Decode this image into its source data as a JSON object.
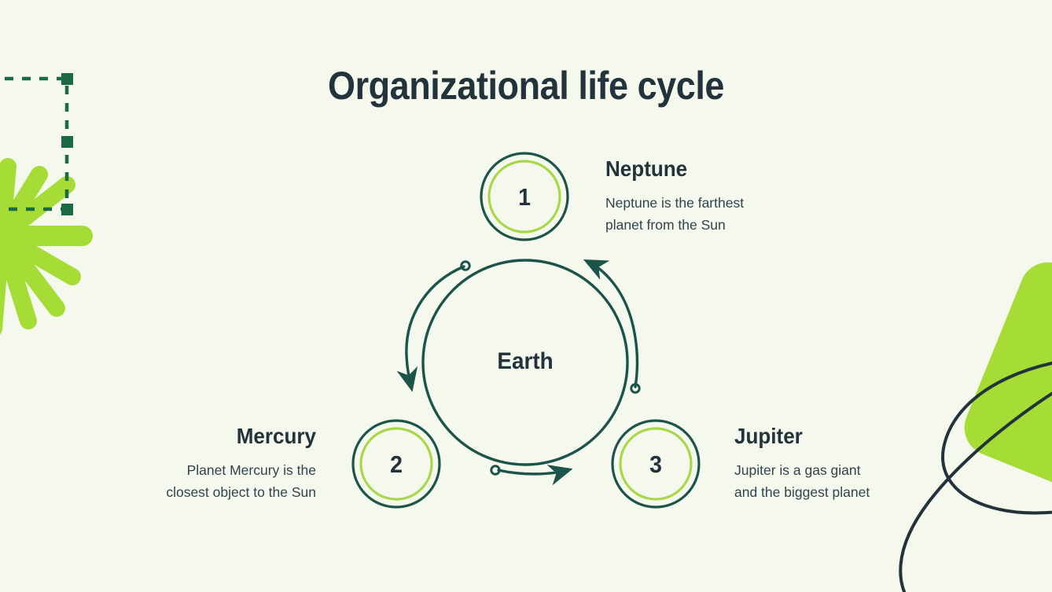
{
  "slide": {
    "title": "Organizational life cycle",
    "background_color": "#f5f8ed"
  },
  "colors": {
    "dark_teal": "#1d5449",
    "dark_slate": "#22333b",
    "light_green": "#a8d84a",
    "bright_green": "#a5dd36",
    "body_text": "#31444b"
  },
  "cycle": {
    "center_label": "Earth",
    "nodes": [
      {
        "number": "1",
        "title": "Neptune",
        "description": "Neptune is the farthest\nplanet from the Sun",
        "position": "top"
      },
      {
        "number": "2",
        "title": "Mercury",
        "description": "Planet Mercury is the\nclosest object to the Sun",
        "position": "bottom-left"
      },
      {
        "number": "3",
        "title": "Jupiter",
        "description": "Jupiter is a gas giant\nand the biggest planet",
        "position": "bottom-right"
      }
    ],
    "arrows": [
      {
        "name": "arrow-left",
        "from": "top",
        "to": "bottom-left"
      },
      {
        "name": "arrow-bottom",
        "from": "bottom-left",
        "to": "bottom-right"
      },
      {
        "name": "arrow-right",
        "from": "bottom-right",
        "to": "top"
      }
    ]
  },
  "decorations": [
    {
      "name": "starburst-shape",
      "color": "#a5dd36"
    },
    {
      "name": "dashed-selection-frame",
      "color": "#1d6b45"
    },
    {
      "name": "rounded-square-shape",
      "color": "#a5dd36"
    },
    {
      "name": "swirl-line",
      "color": "#22333b"
    }
  ]
}
